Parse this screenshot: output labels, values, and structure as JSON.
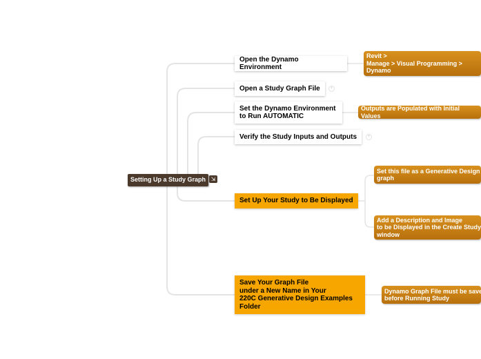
{
  "root": {
    "label": "Setting Up a Study Graph"
  },
  "topics": [
    {
      "label": "Open the Dynamo Environment",
      "subtopics": [
        "Revit >\nManage > Visual Programming >\nDynamo"
      ]
    },
    {
      "label": "Open a Study Graph File",
      "subtopics": []
    },
    {
      "label": "Set the Dynamo Environment\nto Run AUTOMATIC",
      "subtopics": [
        "Outputs are Populated with Initial Values"
      ]
    },
    {
      "label": "Verify the Study Inputs and Outputs",
      "subtopics": []
    },
    {
      "label": "Set Up Your Study to Be Displayed",
      "subtopics": [
        "Set this file as a Generative Design\ngraph",
        "Add a Description and Image\nto be Displayed in the Create Study\nwindow"
      ]
    },
    {
      "label": "Save Your Graph File\nunder a New Name in Your\n220C Generative Design Examples\nFolder",
      "subtopics": [
        "Dynamo Graph File must be saved\nbefore Running Study"
      ]
    }
  ],
  "colors": {
    "root": "#4b3a2c",
    "highlight": "#f7a600",
    "subtopic": "#c98214",
    "connector": "#e4e4e4"
  },
  "icons": {
    "root": "expand-icon",
    "collapsed": "collapse-icon"
  }
}
